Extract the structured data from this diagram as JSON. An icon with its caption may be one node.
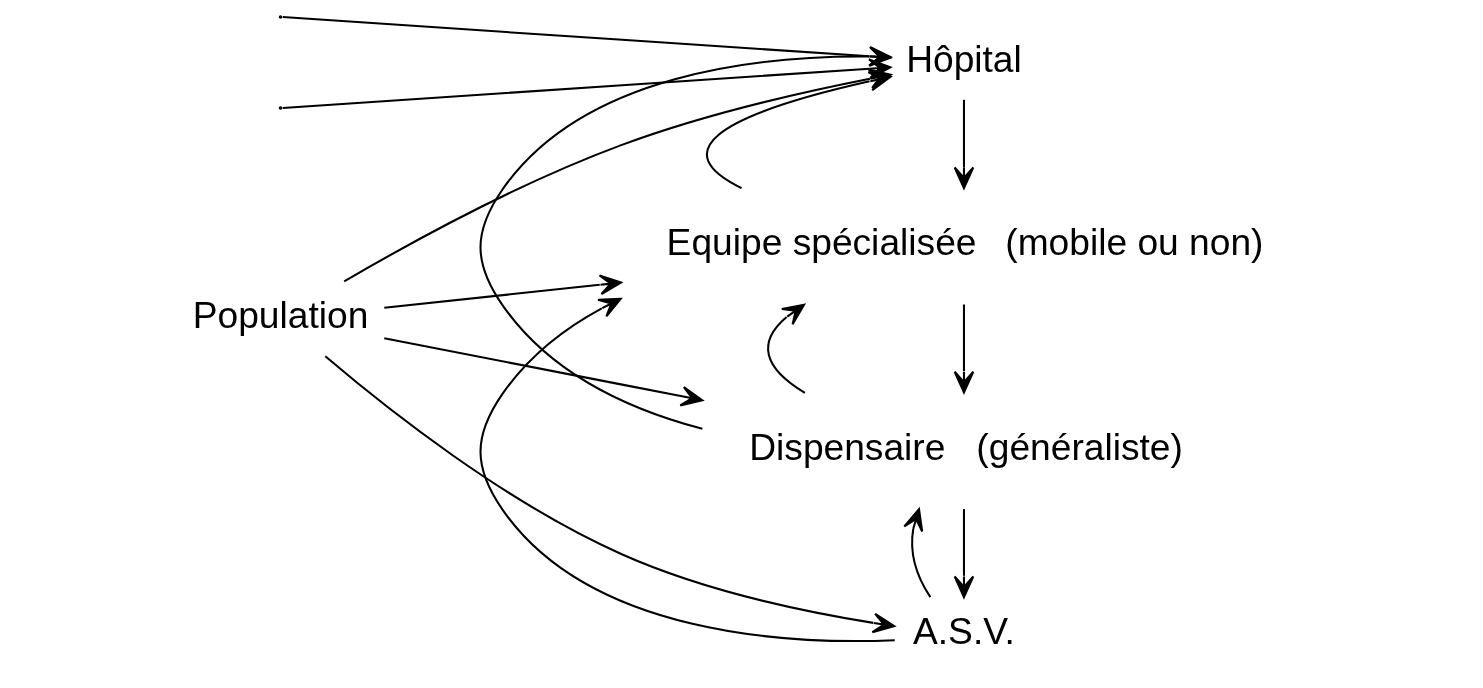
{
  "diagram": {
    "nodes": [
      {
        "text": [
          "Population"
        ]
      },
      {
        "text": [
          "Hôpital"
        ]
      },
      {
        "text": [
          "Equipe spécialisée"
        ],
        "beside": [
          "(mobile ou non)"
        ]
      },
      {
        "text": [
          "Dispensaire"
        ],
        "beside": [
          "(généraliste)"
        ]
      },
      {
        "text": [
          "A.S.V."
        ]
      }
    ],
    "edges": [
      {
        "from": 0,
        "to": 1,
        "arrow": "to"
      },
      {
        "from": 0,
        "to": 2,
        "arrow": "to"
      },
      {
        "from": 0,
        "to": 3,
        "arrow": "to"
      },
      {
        "from": 0,
        "to": 4,
        "arrow": "to"
      },
      {
        "from": 1,
        "to": 2,
        "arrow": "to"
      },
      {
        "from": 2,
        "to": 1,
        "arrow": "to"
      },
      {
        "from": 2,
        "to": 3,
        "arrow": "to"
      },
      {
        "from": 3,
        "to": 2,
        "arrow": "to"
      },
      {
        "from": 3,
        "to": 4,
        "arrow": "to"
      },
      {
        "from": 4,
        "to": 3,
        "arrow": "to"
      },
      {
        "from": 3,
        "to": 1,
        "arrow": "to"
      },
      {
        "from": null,
        "to": 1,
        "arrow": "to"
      },
      {
        "from": null,
        "to": 1,
        "arrow": "to"
      },
      {
        "from": 4,
        "to": 2,
        "arrow": "to"
      }
    ]
  }
}
